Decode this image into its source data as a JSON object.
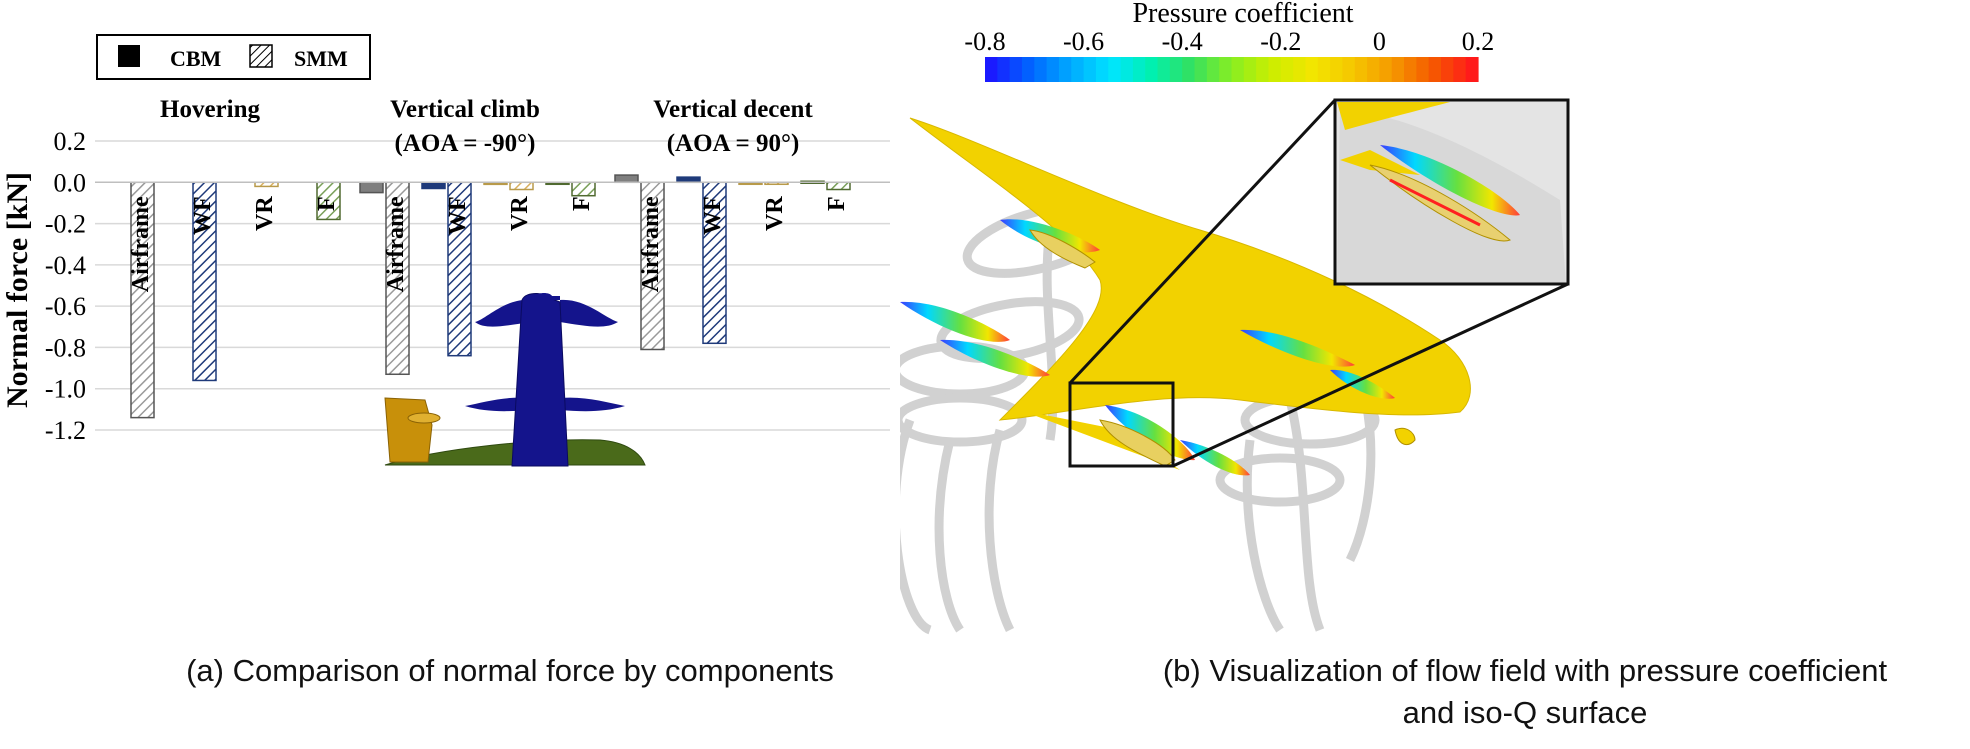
{
  "chart_data": [
    {
      "type": "bar",
      "panel": "a",
      "ylabel": "Normal force [kN]",
      "ylim": [
        -1.2,
        0.2
      ],
      "yticks": [
        "0.2",
        "0.0",
        "-0.2",
        "-0.4",
        "-0.6",
        "-0.8",
        "-1.0",
        "-1.2"
      ],
      "grid": true,
      "legend_position": "top-left",
      "legend": [
        "CBM",
        "SMM"
      ],
      "groups": [
        {
          "title_lines": [
            "Hovering"
          ],
          "categories": [
            "Airframe",
            "WF",
            "VR",
            "F"
          ],
          "CBM": [
            0,
            0,
            0,
            0
          ],
          "SMM": [
            -1.14,
            -0.96,
            -0.02,
            -0.18
          ]
        },
        {
          "title_lines": [
            "Vertical climb",
            "(AOA = -90°)"
          ],
          "categories": [
            "Airframe",
            "WF",
            "VR",
            "F"
          ],
          "CBM": [
            -0.05,
            -0.03,
            -0.01,
            -0.005
          ],
          "SMM": [
            -0.93,
            -0.84,
            -0.035,
            -0.065
          ]
        },
        {
          "title_lines": [
            "Vertical decent",
            "(AOA = 90°)"
          ],
          "categories": [
            "Airframe",
            "WF",
            "VR",
            "F"
          ],
          "CBM": [
            0.035,
            0.025,
            -0.003,
            0.005
          ],
          "SMM": [
            -0.81,
            -0.78,
            -0.003,
            -0.035
          ]
        }
      ],
      "component_colors": {
        "Airframe": "#9a9a9a",
        "WF": "#1f3a7a",
        "VR": "#e8c87a",
        "F": "#7aa05a"
      }
    },
    {
      "type": "heatmap",
      "panel": "b",
      "colorbar_title": "Pressure coefficient",
      "colorbar_ticks": [
        "-0.8",
        "-0.6",
        "-0.4",
        "-0.2",
        "0",
        "0.2"
      ],
      "colorbar_range": [
        -0.8,
        0.2
      ],
      "colormap": [
        "#1a1aff",
        "#0066ff",
        "#00aaff",
        "#00e5ff",
        "#00f0b0",
        "#33e060",
        "#88ee22",
        "#ccee00",
        "#f2e600",
        "#f5c800",
        "#f59a00",
        "#f55a00",
        "#ff1a1a"
      ]
    }
  ],
  "captions": {
    "a": "(a) Comparison of normal force by components",
    "b_line1": "(b) Visualization of flow field with pressure coefficient",
    "b_line2": "and iso-Q surface"
  },
  "colors": {
    "aircraft_wing": "#14148c",
    "aircraft_tail": "#c8900a",
    "aircraft_fuselage": "#4a6a1a",
    "surface_yellow": "#f2d200",
    "vortex_gray": "#dcdcdc"
  }
}
